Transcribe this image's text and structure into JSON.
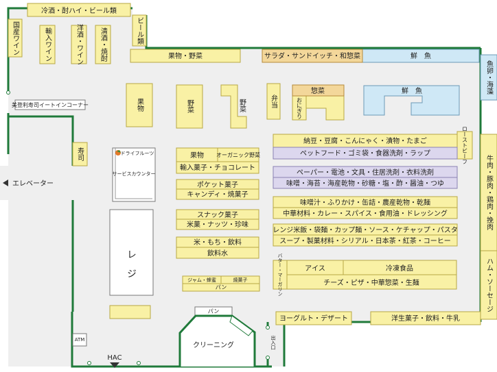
{
  "colors": {
    "yellow": "#f9f1a5",
    "yellow_stroke": "#b7a743",
    "blue": "#cfe8f6",
    "blue_stroke": "#6b9ab7",
    "orange": "#f3d79a",
    "orange_stroke": "#b58a3a",
    "purple": "#dcd7ee",
    "purple_stroke": "#8a81b3",
    "wall": "#1f7a3a",
    "floor": "#efefef",
    "arrow": "#333333"
  },
  "sections": {
    "reishu": "冷酒・酎ハイ・ビール類",
    "kokusan_wine": "国産ワイン",
    "yunyu_wine": "輸入ワイン",
    "yoshu_wine": "洋酒・ワイン",
    "seishu": "清酒・焼酎",
    "beer": "ビール類",
    "kabutsu_yasai": "果物・野菜",
    "salad": "サラダ・サンドイッチ・和惣菜",
    "sengyo_top": "鮮　魚",
    "gyoran": "魚卵・海藻",
    "kudamono": "果物",
    "yasai_1": "野菜",
    "yasai_2": "野菜",
    "bento": "弁当",
    "sozai": "惣菜",
    "onigiri": "おにぎり",
    "sengyo_island": "鮮　魚",
    "sushi_corner": "美登利寿司イートインコーナー",
    "sushi": "寿司",
    "natto": "納豆・豆腐・こんにゃく・漬物・たまご",
    "petfood": "ペットフード・ゴミ袋・食器洗剤・ラップ",
    "roast_beef": "ローストビーフ",
    "niku": "牛肉・豚肉・鶏肉・挽肉",
    "dry_fruit": "ドライフルーツ",
    "service": "サービスカウンター",
    "kabutsu2": "果物",
    "organic": "オーガニック野菜",
    "yunyu_kashi": "輸入菓子・チョコレート",
    "pocket": "ポケット菓子",
    "candy": "キャンディ・焼菓子",
    "snack": "スナック菓子",
    "beika": "米菓・ナッツ・珍味",
    "kome": "米・もち・飲料",
    "water": "飲料水",
    "jam": "ジャム・蜂蜜",
    "yakigashi": "焼菓子",
    "pan_shelf": "パン",
    "regi": "レ　ジ",
    "elevator": "エレベーター",
    "paper": "ペーパー・電池・文具・住居洗剤・衣料洗剤",
    "miso": "味噌・海苔・海産乾物・砂糖・塩・酢・醤油・つゆ",
    "misoshiru": "味噌汁・ふりかけ・缶詰・農産乾物・乾麺",
    "chuka": "中華材料・カレー・スパイス・食用油・ドレッシング",
    "range": "レンジ米飯・袋麺・カップ麺・ソース・ケチャップ・パスタ",
    "soup": "スープ・製菓材料・シリアル・日本茶・紅茶・コーヒー",
    "butter": "バター・マーガリン",
    "ice": "アイス",
    "reito": "冷凍食品",
    "cheese": "チーズ・ピザ・中華惣菜・生麺",
    "ham": "ハム・ソーセージ",
    "yogurt": "ヨーグルト・デザート",
    "yogashi": "洋生菓子・飲料・牛乳",
    "pan_corner": "パン",
    "cleaning": "クリーニング",
    "deguchi": "出入口",
    "atm": "ATM",
    "hac": "HAC"
  }
}
